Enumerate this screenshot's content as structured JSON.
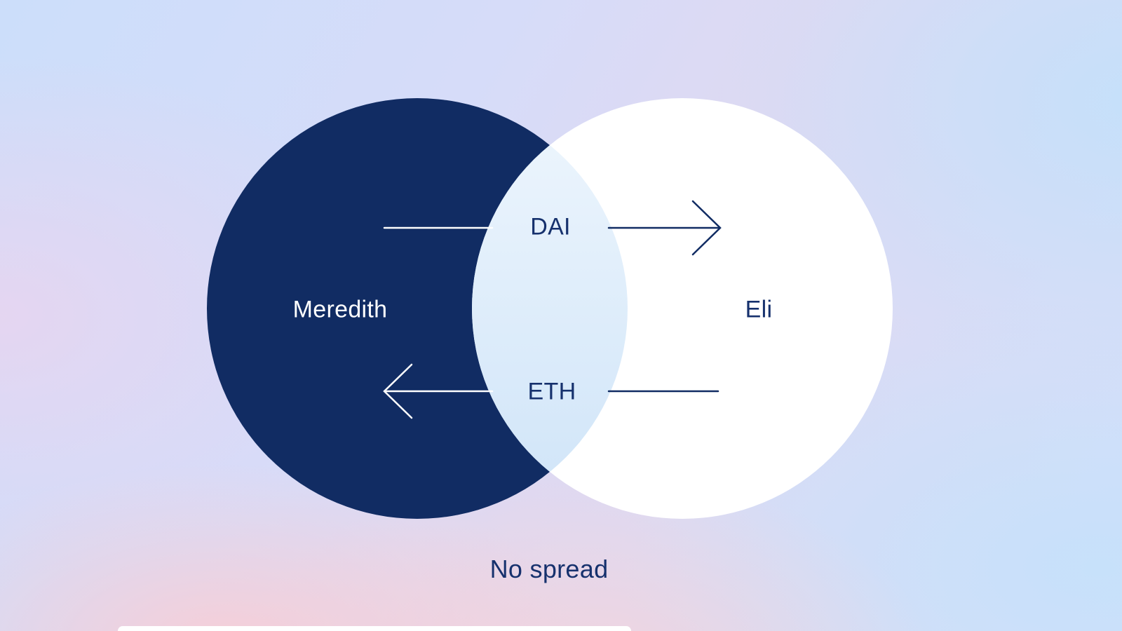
{
  "diagram": {
    "left_circle": {
      "label": "Meredith",
      "fill": "#112c63"
    },
    "right_circle": {
      "label": "Eli",
      "fill": "#ffffff"
    },
    "arrows": {
      "top": {
        "label": "DAI",
        "direction": "right"
      },
      "bottom": {
        "label": "ETH",
        "direction": "left"
      }
    },
    "caption": "No spread",
    "colors": {
      "navy": "#112c63",
      "text_navy": "#16316d",
      "white": "#ffffff",
      "overlap_top": "#eef6fd",
      "overlap_bottom": "#cfe4f8"
    }
  }
}
